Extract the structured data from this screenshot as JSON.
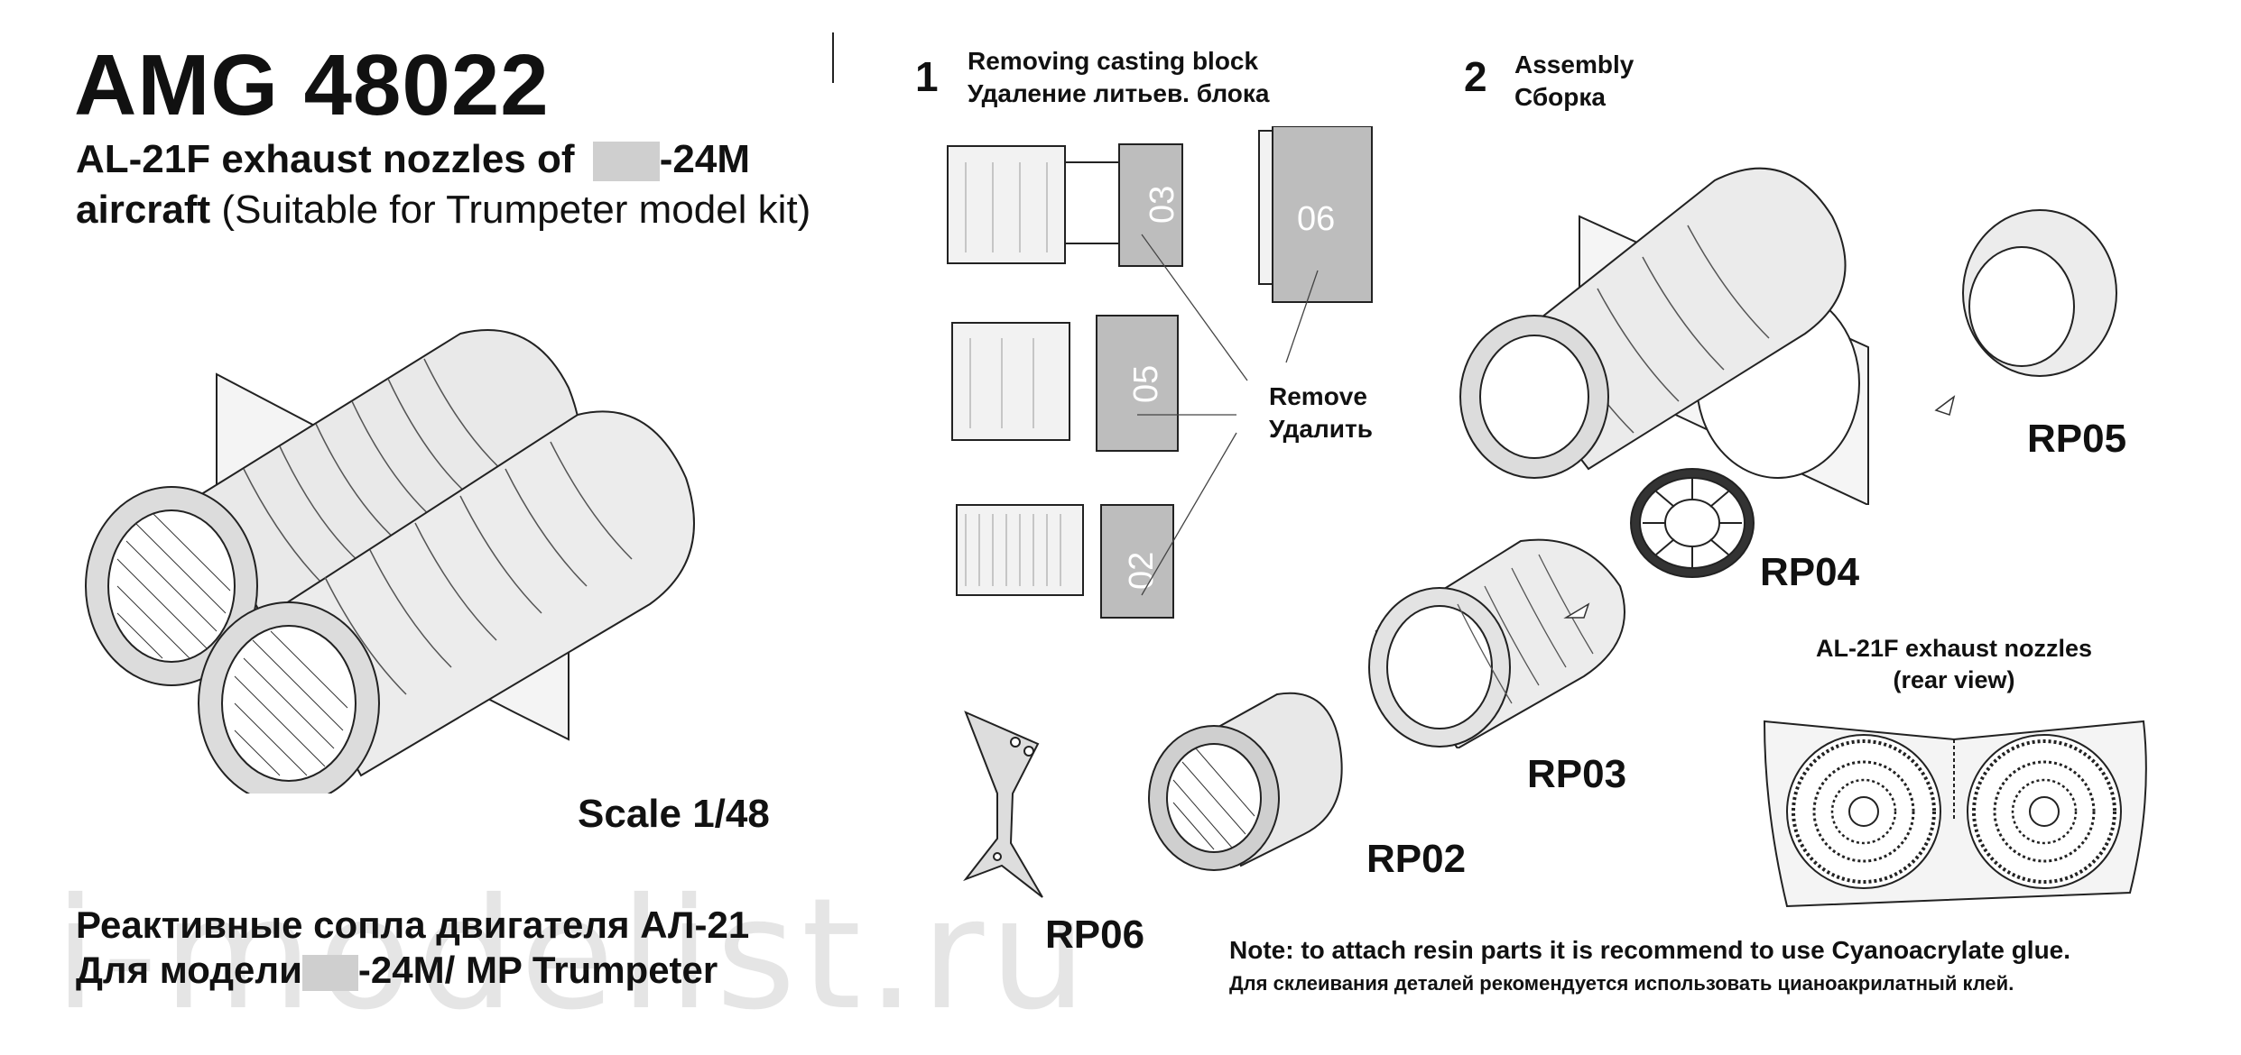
{
  "header": {
    "code": "AMG 48022",
    "subtitle_line1_a": "AL-21F exhaust nozzles of",
    "subtitle_line1_b": "-24M",
    "subtitle_line2_bold": "aircraft",
    "subtitle_line2_rest": " (Suitable for Trumpeter model kit)",
    "scale": "Scale 1/48"
  },
  "russian": {
    "line1": "Реактивные сопла двигателя АЛ-21",
    "line2_a": "Для модели",
    "line2_b": "-24M/ MP Trumpeter"
  },
  "watermark": "i-modelist.ru",
  "steps": [
    {
      "number": "1",
      "title_en": "Removing casting block",
      "title_ru": "Удаление литьев. блока"
    },
    {
      "number": "2",
      "title_en": "Assembly",
      "title_ru": "Сборка"
    }
  ],
  "casting_blocks": [
    "03",
    "06",
    "05",
    "02"
  ],
  "remove": {
    "en": "Remove",
    "ru": "Удалить"
  },
  "parts": [
    "RP05",
    "RP04",
    "RP03",
    "RP02",
    "RP06"
  ],
  "rear_view": {
    "line1": "AL-21F exhaust nozzles",
    "line2": "(rear view)"
  },
  "note": {
    "en": "Note: to attach resin parts it is recommend to use Cyanoacrylate glue.",
    "ru": "Для склеивания деталей рекомендуется использовать цианоакрилатный клей."
  }
}
